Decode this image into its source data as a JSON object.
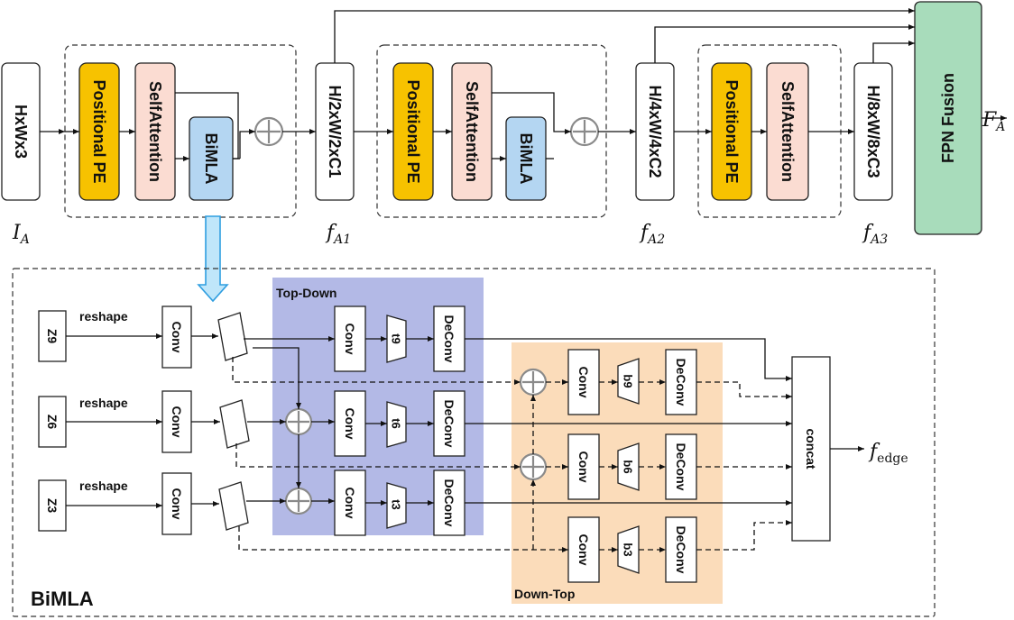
{
  "input_block": "HxWx3",
  "input_label": {
    "main": "I",
    "sub": "A"
  },
  "stage1": {
    "pe": "Positional PE",
    "attn": "SelfAttention",
    "bimla": "BiMLA",
    "out": "H/2xW/2xC1",
    "out_label": {
      "main": "f",
      "sub": "A1"
    }
  },
  "stage2": {
    "pe": "Positional PE",
    "attn": "SelfAttention",
    "bimla": "BiMLA",
    "out": "H/4xW/4xC2",
    "out_label": {
      "main": "f",
      "sub": "A2"
    }
  },
  "stage3": {
    "pe": "Positional PE",
    "attn": "SelfAttention",
    "out": "H/8xW/8xC3",
    "out_label": {
      "main": "f",
      "sub": "A3"
    }
  },
  "fpn": "FPN Fusion",
  "fpn_out": {
    "main": "F",
    "sub": "A"
  },
  "bimla_title": "BiMLA",
  "top_down": "Top-Down",
  "down_top": "Down-Top",
  "rows": [
    {
      "z": "Z9",
      "reshape": "reshape",
      "conv": "Conv",
      "td_conv": "Conv",
      "td_t": "t9",
      "td_deconv": "DeConv",
      "dt_conv": "Conv",
      "dt_b": "b9",
      "dt_deconv": "DeConv"
    },
    {
      "z": "Z6",
      "reshape": "reshape",
      "conv": "Conv",
      "td_conv": "Conv",
      "td_t": "t6",
      "td_deconv": "DeConv",
      "dt_conv": "Conv",
      "dt_b": "b6",
      "dt_deconv": "DeConv"
    },
    {
      "z": "Z3",
      "reshape": "reshape",
      "conv": "Conv",
      "td_conv": "Conv",
      "td_t": "t3",
      "td_deconv": "DeConv",
      "dt_conv": "Conv",
      "dt_b": "b3",
      "dt_deconv": "DeConv"
    }
  ],
  "concat": "concat",
  "edge_out": {
    "main": "f",
    "sub": "edge"
  },
  "colors": {
    "pe": "#f7c200",
    "attn": "#fbdcd2",
    "bimla": "#b4d6f2",
    "fpn": "#a8dcbb",
    "top_down": "#b3b9e6",
    "down_top": "#fbdcba",
    "arrow_fill": "#bfe6fa",
    "arrow_stroke": "#2f9ee0"
  }
}
